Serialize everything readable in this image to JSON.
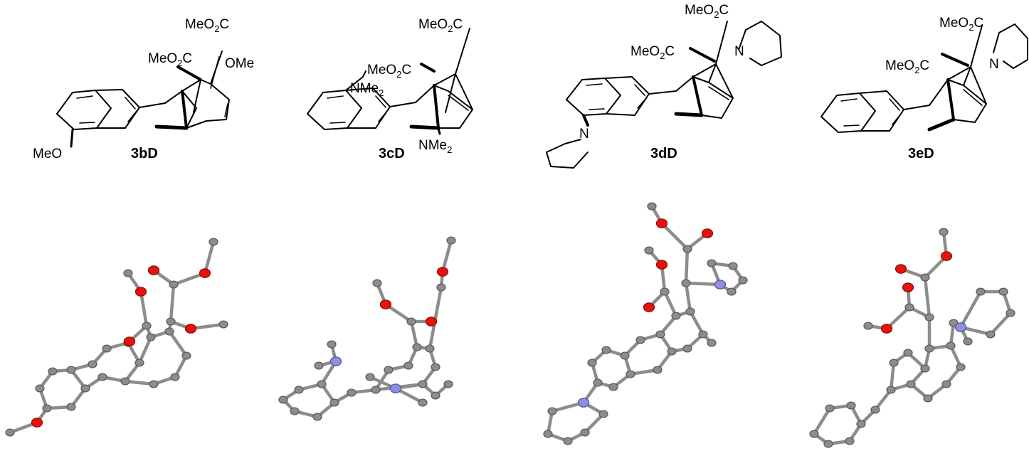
{
  "compounds": [
    {
      "id": "3bD",
      "labels": {
        "ester_top": "MeO",
        "ester_top_sub": "2",
        "ester_top_tail": "C",
        "ester_left": "MeO",
        "ester_left_sub": "2",
        "ester_left_tail": "C",
        "bridgehead_sub": "OMe",
        "ring_sub": "MeO"
      }
    },
    {
      "id": "3cD",
      "labels": {
        "ester_top": "MeO",
        "ester_top_sub": "2",
        "ester_top_tail": "C",
        "ester_left": "MeO",
        "ester_left_sub": "2",
        "ester_left_tail": "C",
        "ring_sub": "NMe",
        "ring_sub_sub": "2",
        "bridgehead_sub": "NMe",
        "bridgehead_sub_sub": "2"
      }
    },
    {
      "id": "3dD",
      "labels": {
        "ester_top": "MeO",
        "ester_top_sub": "2",
        "ester_top_tail": "C",
        "ester_left": "MeO",
        "ester_left_sub": "2",
        "ester_left_tail": "C",
        "bridgehead_N": "N",
        "ring_N": "N"
      }
    },
    {
      "id": "3eD",
      "labels": {
        "ester_top": "MeO",
        "ester_top_sub": "2",
        "ester_top_tail": "C",
        "ester_left": "MeO",
        "ester_left_sub": "2",
        "ester_left_tail": "C",
        "bridgehead_N": "N"
      }
    }
  ],
  "atom_colors": {
    "carbon": "#8c8c8c",
    "carbon_stroke": "#5a5a5a",
    "oxygen": "#e8120c",
    "oxygen_stroke": "#8a0a06",
    "nitrogen": "#8f8fe0",
    "nitrogen_stroke": "#5050a0",
    "bond": "#8c8c8c"
  }
}
